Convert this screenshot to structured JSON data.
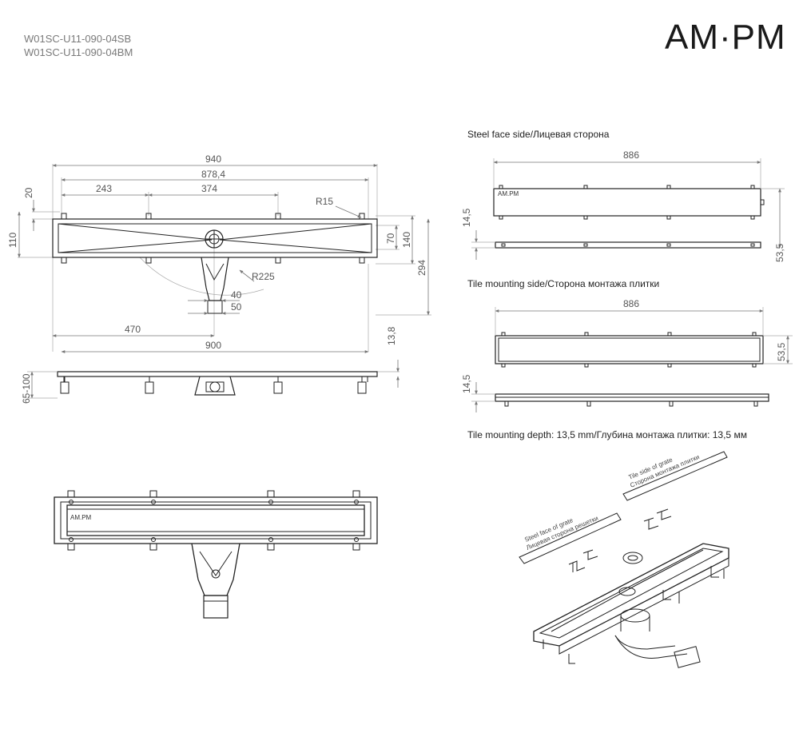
{
  "header": {
    "models": [
      "W01SC-U11-090-04SB",
      "W01SC-U11-090-04BM"
    ],
    "logo": "AM·PM",
    "logo_small": "AM.PM"
  },
  "sections": {
    "steel_face": "Steel face side/Лицевая сторона",
    "tile_side": "Tile mounting side/Сторона монтажа плитки",
    "tile_depth": "Tile mounting depth: 13,5 mm/Глубина монтажа плитки: 13,5 мм"
  },
  "dimensions": {
    "top_view": {
      "d940": "940",
      "d878": "878,4",
      "d243": "243",
      "d374": "374",
      "d20": "20",
      "d110": "110",
      "d70": "70",
      "d140": "140",
      "d294": "294",
      "r15": "R15",
      "r225": "R225",
      "d40": "40",
      "d50": "50",
      "d470": "470",
      "d900": "900"
    },
    "side_view": {
      "d13_8": "13,8",
      "d65_100": "65-100"
    },
    "steel_face": {
      "d886": "886",
      "d14_5": "14,5",
      "d53_5": "53,5"
    },
    "tile_side": {
      "d886": "886",
      "d53_5": "53,5",
      "d14_5": "14,5"
    }
  },
  "iso_labels": {
    "tile_grate": [
      "Tile side of grate",
      "Сторона монтажа плитки"
    ],
    "steel_grate": [
      "Steel face of grate",
      "Лицевая сторона решетки"
    ]
  }
}
